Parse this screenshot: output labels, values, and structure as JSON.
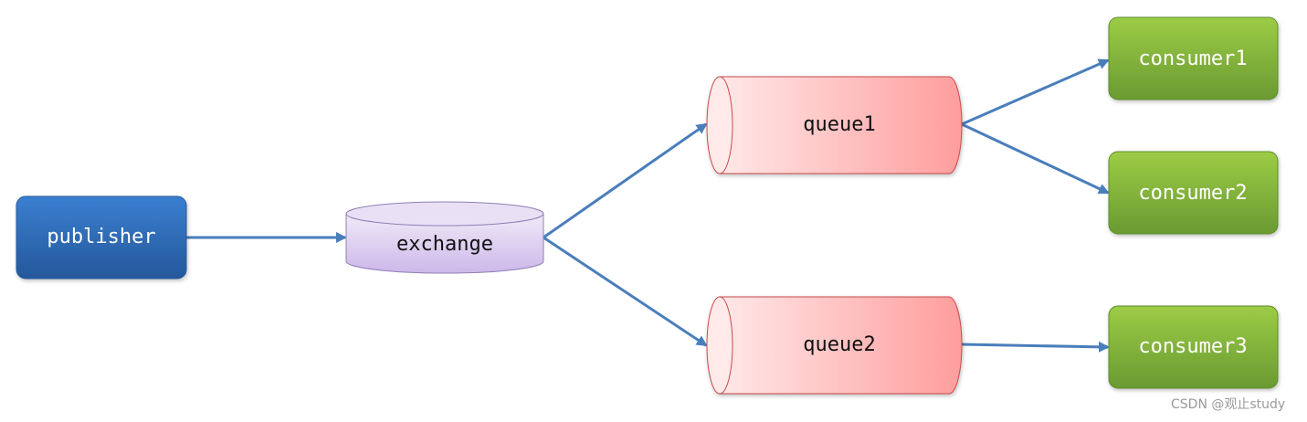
{
  "nodes": {
    "publisher": "publisher",
    "exchange": "exchange",
    "queue1": "queue1",
    "queue2": "queue2",
    "consumer1": "consumer1",
    "consumer2": "consumer2",
    "consumer3": "consumer3"
  },
  "watermark": "CSDN @观止study",
  "colors": {
    "publisher": "#2f69b3",
    "exchange": "#d7c9ee",
    "queue": "#ff9f9f",
    "consumer": "#78ac3a",
    "arrow": "#4a7ebb"
  }
}
